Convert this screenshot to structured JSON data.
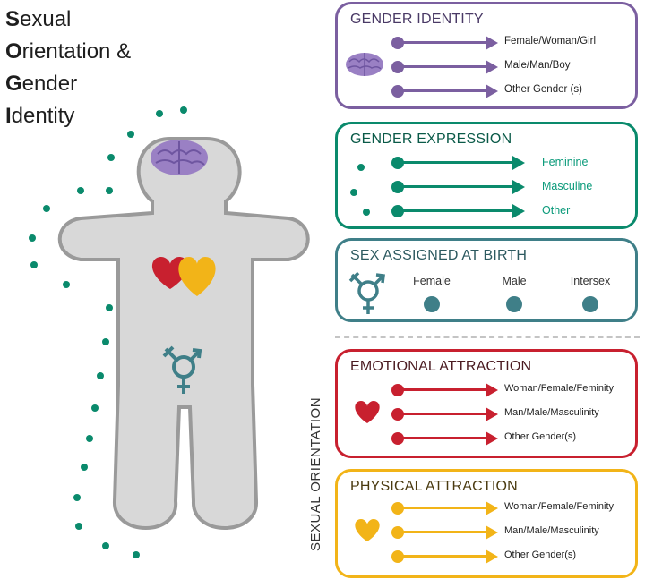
{
  "title": {
    "lines": [
      {
        "initial": "S",
        "rest": "exual"
      },
      {
        "initial": "O",
        "rest": "rientation &"
      },
      {
        "initial": "G",
        "rest": "ender"
      },
      {
        "initial": "I",
        "rest": "dentity"
      }
    ]
  },
  "colors": {
    "gender_identity": "#7b5fa0",
    "gender_expression": "#0a8a6c",
    "sex_assigned": "#3f7f88",
    "emotional": "#c8202f",
    "physical": "#f2b418",
    "body": "#d8d8d8",
    "brain": "#9a80c4"
  },
  "gender_identity": {
    "title": "GENDER IDENTITY",
    "icon": "brain-icon",
    "items": [
      "Female/Woman/Girl",
      "Male/Man/Boy",
      "Other Gender (s)"
    ]
  },
  "gender_expression": {
    "title": "GENDER EXPRESSION",
    "icon": "dots-icon",
    "items": [
      "Feminine",
      "Masculine",
      "Other"
    ]
  },
  "sex_assigned": {
    "title": "SEX ASSIGNED AT BIRTH",
    "icon": "transgender-symbol-icon",
    "items": [
      "Female",
      "Male",
      "Intersex"
    ]
  },
  "sexual_orientation_label": "SEXUAL ORIENTATION",
  "emotional_attraction": {
    "title": "EMOTIONAL ATTRACTION",
    "icon": "heart-icon",
    "items": [
      "Woman/Female/Feminity",
      "Man/Male/Masculinity",
      "Other Gender(s)"
    ]
  },
  "physical_attraction": {
    "title": "PHYSICAL ATTRACTION",
    "icon": "heart-icon",
    "items": [
      "Woman/Female/Feminity",
      "Man/Male/Masculinity",
      "Other Gender(s)"
    ]
  }
}
